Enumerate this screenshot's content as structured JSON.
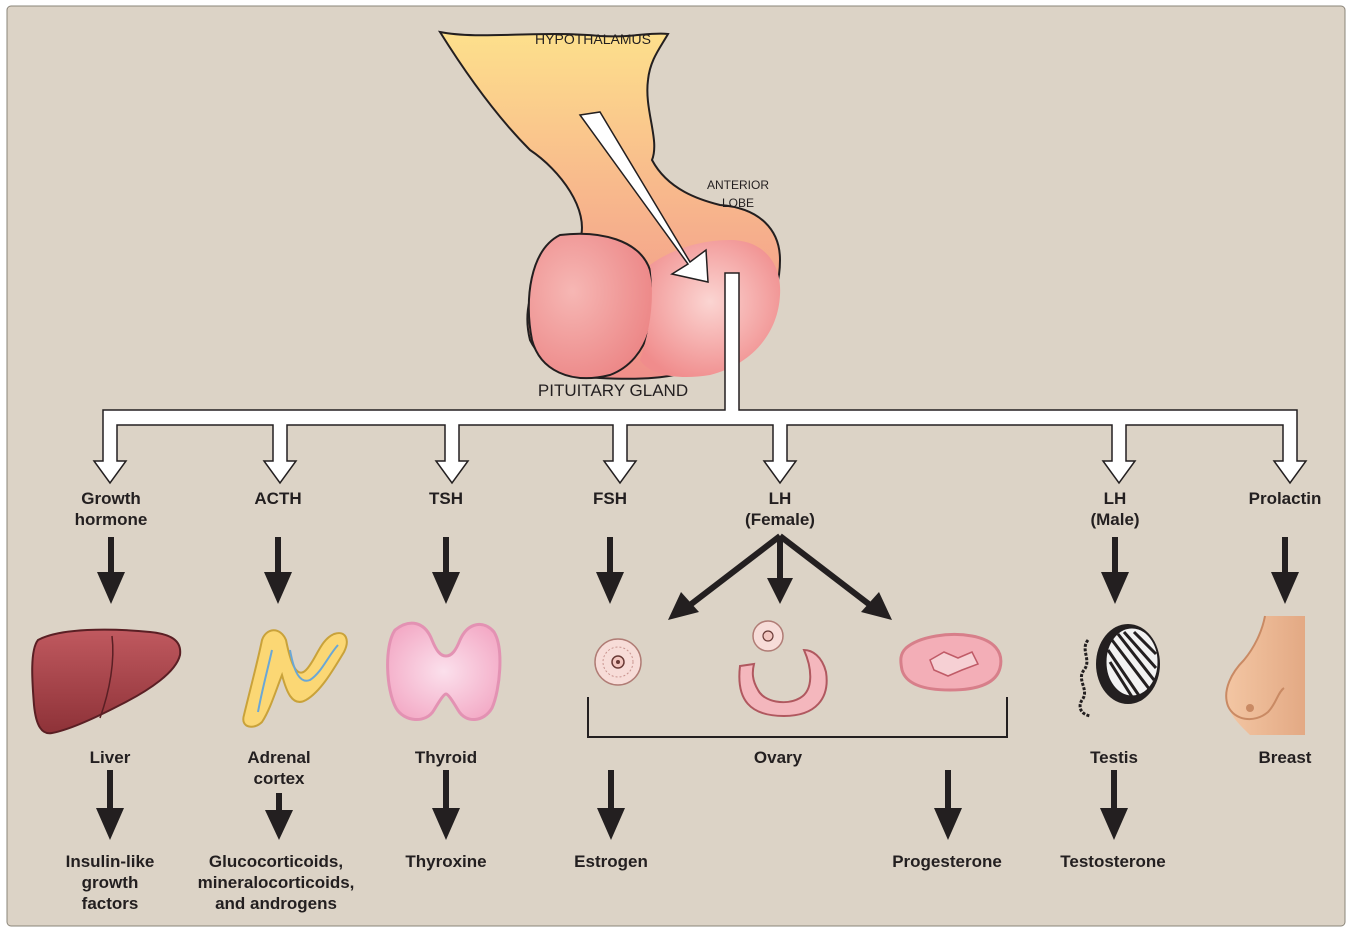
{
  "colors": {
    "background": "#dcd3c6",
    "gland_pink": "#f29a9a",
    "hypothalamus_yellow": "#fbd38a",
    "arrow_black": "#231f20"
  },
  "labels": {
    "hypothalamus": "HYPOTHALAMUS",
    "anterior_lobe_line1": "ANTERIOR",
    "anterior_lobe_line2": "LOBE",
    "pituitary_gland": "PITUITARY GLAND"
  },
  "hormones": {
    "growth_hormone": [
      "Growth",
      "hormone"
    ],
    "acth": "ACTH",
    "tsh": "TSH",
    "fsh": "FSH",
    "lh_female": [
      "LH",
      "(Female)"
    ],
    "lh_male": [
      "LH",
      "(Male)"
    ],
    "prolactin": "Prolactin"
  },
  "organs": {
    "liver": "Liver",
    "adrenal_cortex": [
      "Adrenal",
      "cortex"
    ],
    "thyroid": "Thyroid",
    "ovary": "Ovary",
    "testis": "Testis",
    "breast": "Breast"
  },
  "products": {
    "igf": [
      "Insulin-like",
      "growth",
      "factors"
    ],
    "corticoids": [
      "Glucocorticoids,",
      "mineralocorticoids,",
      "and androgens"
    ],
    "thyroxine": "Thyroxine",
    "estrogen": "Estrogen",
    "progesterone": "Progesterone",
    "testosterone": "Testosterone"
  }
}
